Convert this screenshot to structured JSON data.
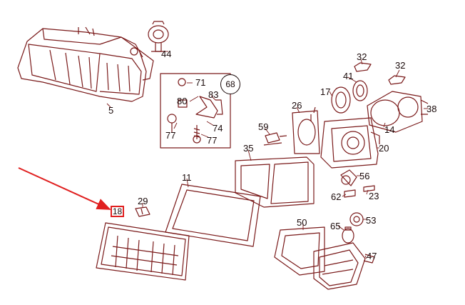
{
  "diagram": {
    "highlighted_part": "18",
    "highlight_color": "#e02020",
    "line_color": "#7a1a1a",
    "label_color": "#1a0a0a",
    "part_labels": {
      "p5": "5",
      "p44": "44",
      "p71": "71",
      "p68": "68",
      "p80": "80",
      "p83": "83",
      "p74": "74",
      "p77a": "77",
      "p77b": "77",
      "p32a": "32",
      "p32b": "32",
      "p41": "41",
      "p17": "17",
      "p38": "38",
      "p26": "26",
      "p14": "14",
      "p59": "59",
      "p20": "20",
      "p35": "35",
      "p11": "11",
      "p56": "56",
      "p62": "62",
      "p23": "23",
      "p29": "29",
      "p18": "18",
      "p53": "53",
      "p50": "50",
      "p65": "65",
      "p47": "47"
    }
  }
}
